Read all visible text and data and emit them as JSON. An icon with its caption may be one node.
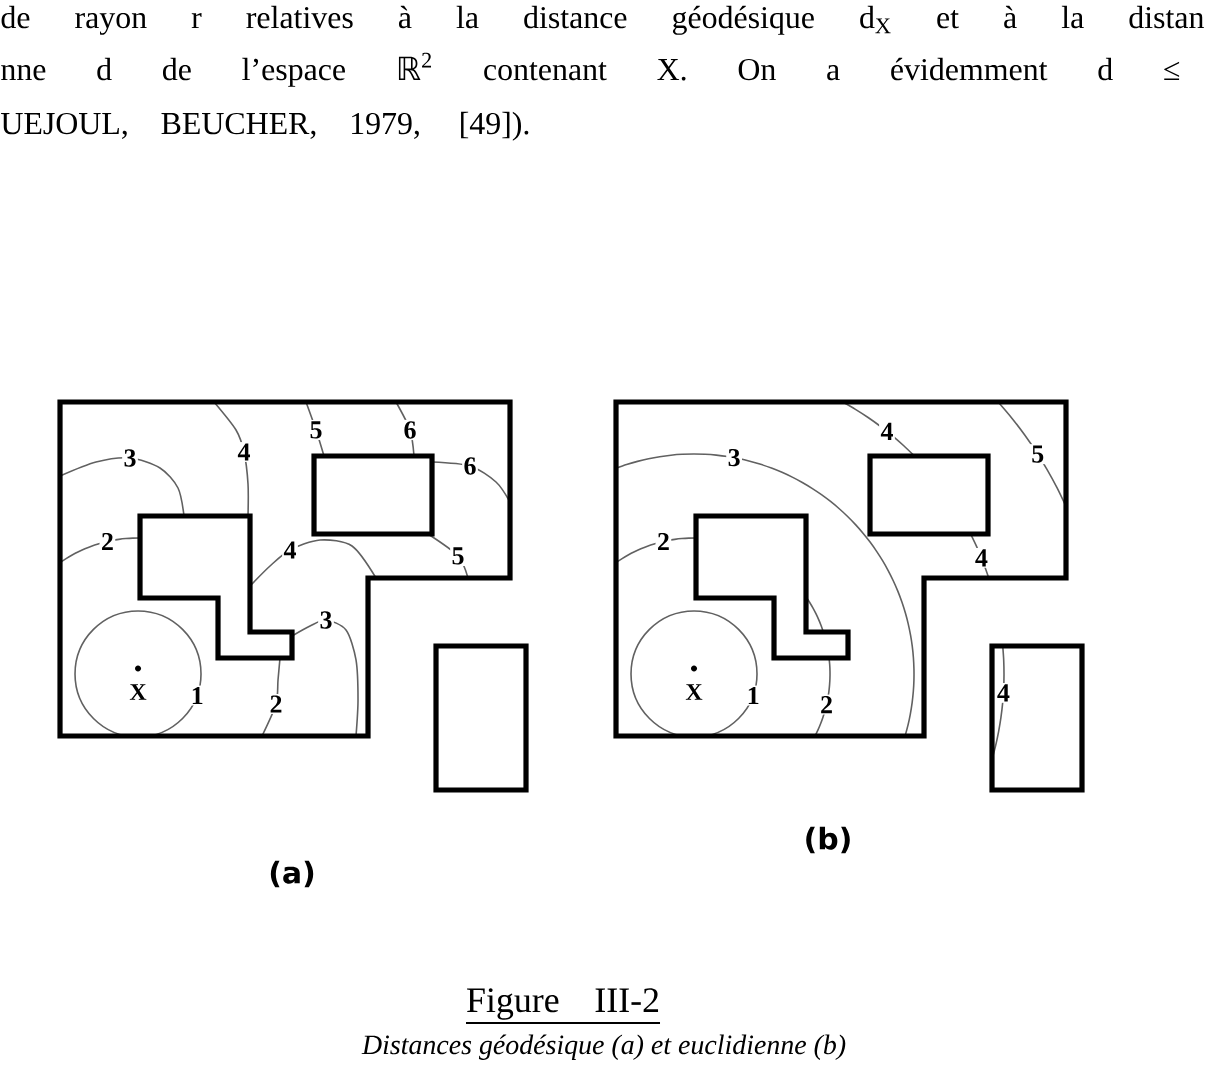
{
  "diagram": {
    "title": "Figure III-2",
    "caption": "Distances géodésique (a) et euclidienne (b)",
    "labels": [
      "de rayon r relatives à la distance géodésique d$_{X}$ et à la distan",
      "nne d de l’espace ℝ$^{2}$ contenant X. On a évidemment d ≤",
      "UEJOUL, BEUCHER, 1979, [49]).",
      "3",
      "4",
      "5",
      "6",
      "6",
      "2",
      "4",
      "5",
      "3",
      "X",
      "1",
      "2",
      "(a)",
      "3",
      "4",
      "5",
      "2",
      "4",
      "X",
      "1",
      "2",
      "4",
      "(b)"
    ]
  }
}
